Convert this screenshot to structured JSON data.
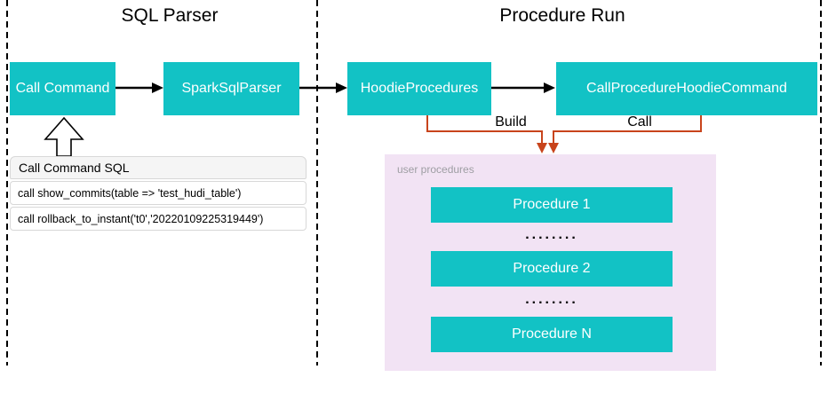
{
  "titles": {
    "sql_parser": "SQL Parser",
    "procedure_run": "Procedure Run"
  },
  "nodes": {
    "call_command": "Call Command",
    "spark_sql_parser": "SparkSqlParser",
    "hoodie_procedures": "HoodieProcedures",
    "call_procedure_hoodie_command": "CallProcedureHoodieCommand"
  },
  "edge_labels": {
    "build": "Build",
    "call": "Call"
  },
  "sql_panel": {
    "title": "Call Command SQL",
    "rows": [
      "call show_commits(table => 'test_hudi_table')",
      "call rollback_to_instant('t0','20220109225319449')"
    ]
  },
  "user_procedures": {
    "label": "user procedures",
    "items": [
      "Procedure 1",
      "Procedure 2",
      "Procedure N"
    ],
    "ellipsis": "........"
  },
  "colors": {
    "teal": "#12C2C5",
    "orange": "#C8441C",
    "purple_bg": "#F2E3F4",
    "panel_header_bg": "#F5F5F5",
    "panel_border": "#D8D8D8",
    "muted_text": "#9E9EA3",
    "line": "#000000",
    "box_text": "#FFFFFF"
  }
}
